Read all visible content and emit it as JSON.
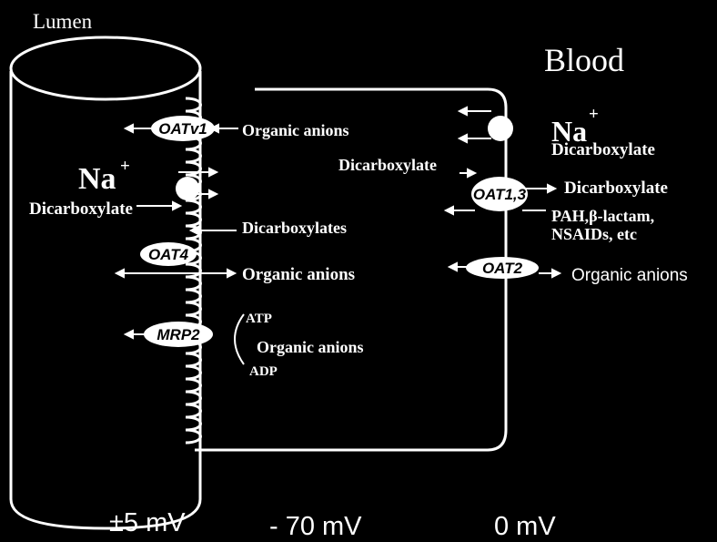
{
  "regions": {
    "lumen": "Lumen",
    "blood": "Blood"
  },
  "transporters": {
    "oatv1": "OATv1",
    "oat4": "OAT4",
    "mrp2": "MRP2",
    "oat13": "OAT1,3",
    "oat2": "OAT2"
  },
  "labels": {
    "organic_anions_oatv1": "Organic anions",
    "na_left_symbol": "Na",
    "na_left_charge": "+",
    "dicarboxylate_left": "Dicarboxylate",
    "dicarboxylates_oat4": "Dicarboxylates",
    "organic_anions_oat4": "Organic anions",
    "atp": "ATP",
    "organic_anions_mrp2": "Organic anions",
    "adp": "ADP",
    "na_right_symbol": "Na",
    "na_right_charge": "+",
    "dicarboxylate_right_top": "Dicarboxylate",
    "dicarboxylate_into_oat13": "Dicarboxylate",
    "dicarboxylate_oat13_out": "Dicarboxylate",
    "substrates_oat13_line1": "PAH,β-lactam,",
    "substrates_oat13_line2": "NSAIDs, etc",
    "organic_anions_oat2": "Organic anions"
  },
  "potentials": {
    "lumen": "±5 mV",
    "cell": "- 70 mV",
    "blood": "0 mV"
  },
  "colors": {
    "background": "#000000",
    "foreground": "#ffffff"
  }
}
